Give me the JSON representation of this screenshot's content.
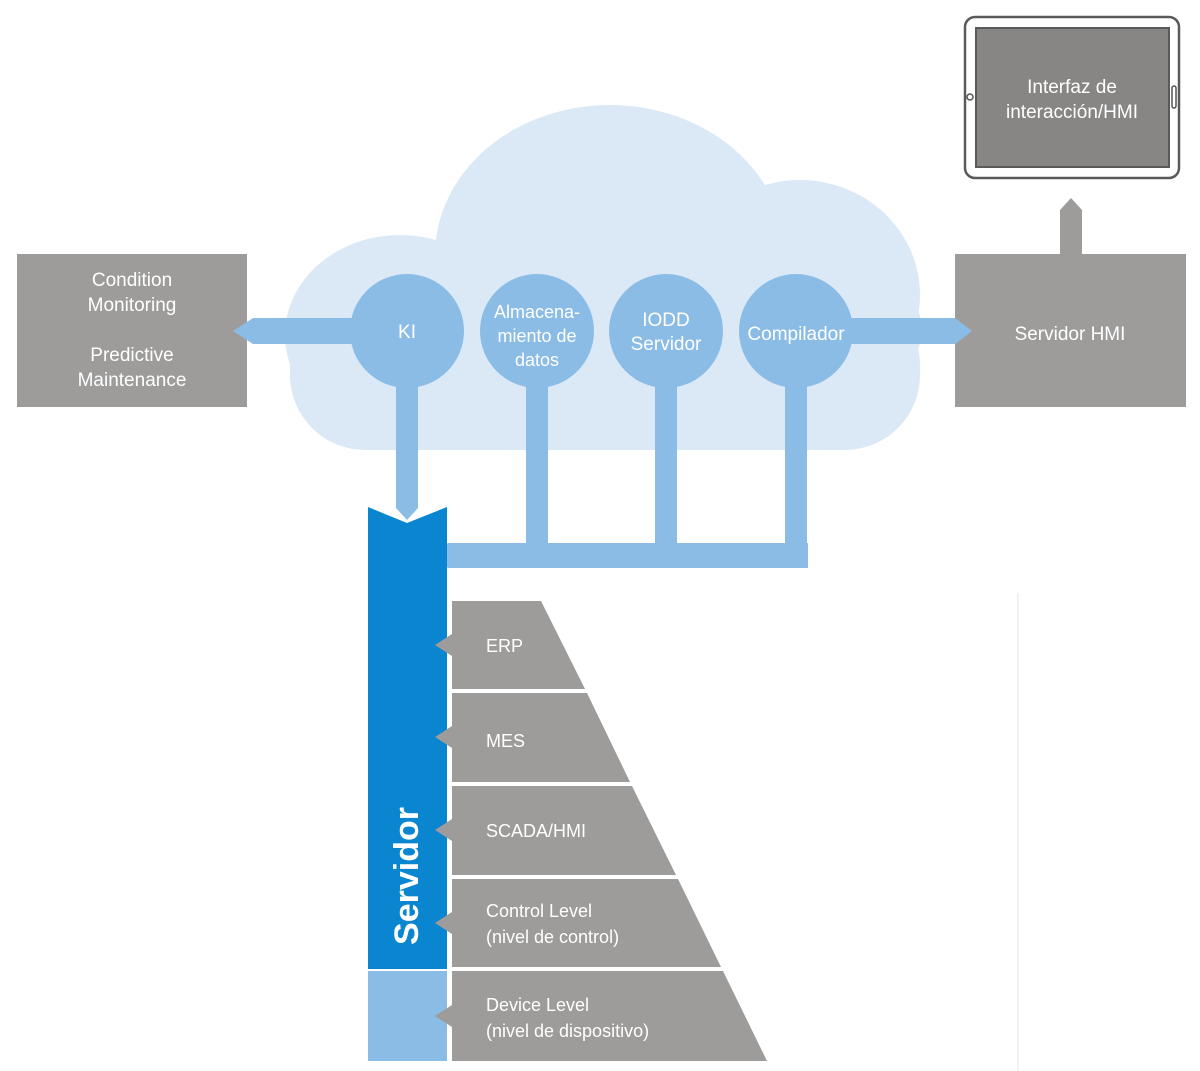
{
  "tablet": {
    "lines": [
      "Interfaz de",
      "interacción/HMI"
    ]
  },
  "left_box": {
    "line1": "Condition",
    "line2": "Monitoring",
    "line3": "Predictive",
    "line4": "Maintenance"
  },
  "right_box": {
    "label": "Servidor HMI"
  },
  "cloud": {
    "ki": "KI",
    "storage": [
      "Almacena-",
      "miento de",
      "datos"
    ],
    "iodd": [
      "IODD",
      "Servidor"
    ],
    "compiler": "Compilador"
  },
  "server": {
    "label": "Servidor"
  },
  "pyramid": {
    "erp": "ERP",
    "mes": "MES",
    "scada": "SCADA/HMI",
    "control": [
      "Control Level",
      "(nivel de control)"
    ],
    "device": [
      "Device Level",
      "(nivel de dispositivo)"
    ]
  },
  "colors": {
    "gray": "#9d9c9b",
    "light_blue": "#8bbce6",
    "cloud": "#dbe9f7",
    "server_blue": "#0a85d0",
    "screen": "#878685"
  }
}
